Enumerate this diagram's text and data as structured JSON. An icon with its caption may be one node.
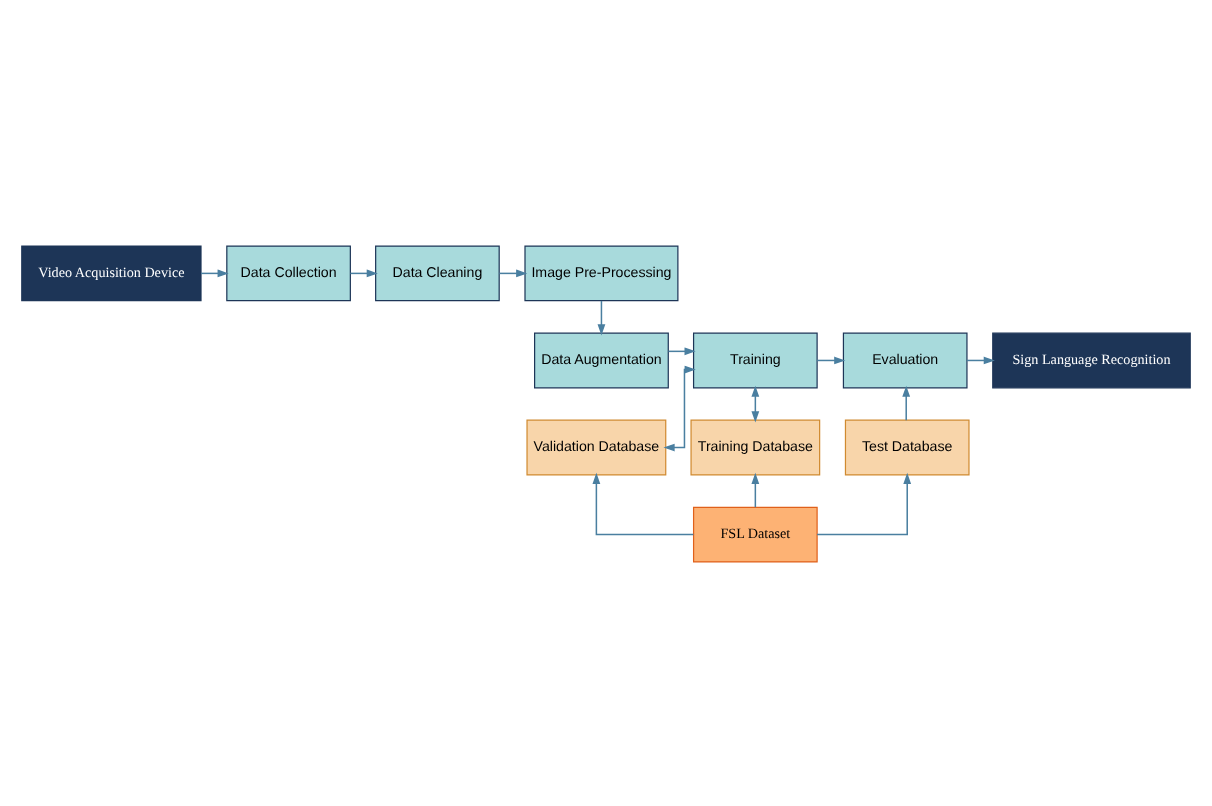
{
  "diagram": {
    "nodes": [
      {
        "text": [
          "Video Acquisition Device"
        ]
      },
      {
        "text": [
          "Data Collection"
        ]
      },
      {
        "text": [
          "Data Cleaning"
        ]
      },
      {
        "text": [
          "Image Pre-Processing"
        ]
      },
      {
        "text": [
          "Data Augmentation"
        ]
      },
      {
        "text": [
          "Training"
        ]
      },
      {
        "text": [
          "Evaluation"
        ]
      },
      {
        "text": [
          "Sign Language Recognition"
        ]
      },
      {
        "text": [
          "Validation Database"
        ]
      },
      {
        "text": [
          "Training Database"
        ]
      },
      {
        "text": [
          "Test Database"
        ]
      },
      {
        "text": [
          "FSL Dataset"
        ]
      }
    ],
    "edges": [
      {
        "from": 0,
        "to": 1,
        "arrow": "to"
      },
      {
        "from": 1,
        "to": 2,
        "arrow": "to"
      },
      {
        "from": 2,
        "to": 3,
        "arrow": "to"
      },
      {
        "from": 3,
        "to": 4,
        "arrow": "to"
      },
      {
        "from": 4,
        "to": 5,
        "arrow": "to"
      },
      {
        "from": 5,
        "to": 6,
        "arrow": "to"
      },
      {
        "from": 6,
        "to": 7,
        "arrow": "to"
      },
      {
        "from": 5,
        "to": 8,
        "arrow": "both"
      },
      {
        "from": 5,
        "to": 9,
        "arrow": "both"
      },
      {
        "from": 10,
        "to": 6,
        "arrow": "to"
      },
      {
        "from": 11,
        "to": 8,
        "arrow": "to"
      },
      {
        "from": 11,
        "to": 9,
        "arrow": "to"
      },
      {
        "from": 11,
        "to": 10,
        "arrow": "to"
      }
    ]
  }
}
